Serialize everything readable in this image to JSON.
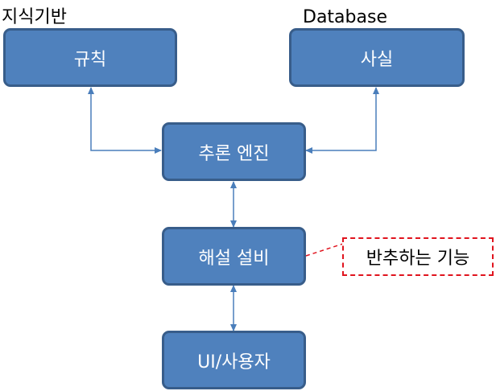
{
  "labels": {
    "knowledge_base": "지식기반",
    "database": "Database"
  },
  "nodes": {
    "rules": "규칙",
    "facts": "사실",
    "inference_engine": "추론 엔진",
    "explanation_facility": "해설 설비",
    "ui_user": "UI/사용자"
  },
  "note": "반추하는 기능",
  "colors": {
    "box_fill": "#4f81bd",
    "box_border": "#385d8a",
    "arrow": "#4a7ebb",
    "note_border": "#e0141e"
  }
}
